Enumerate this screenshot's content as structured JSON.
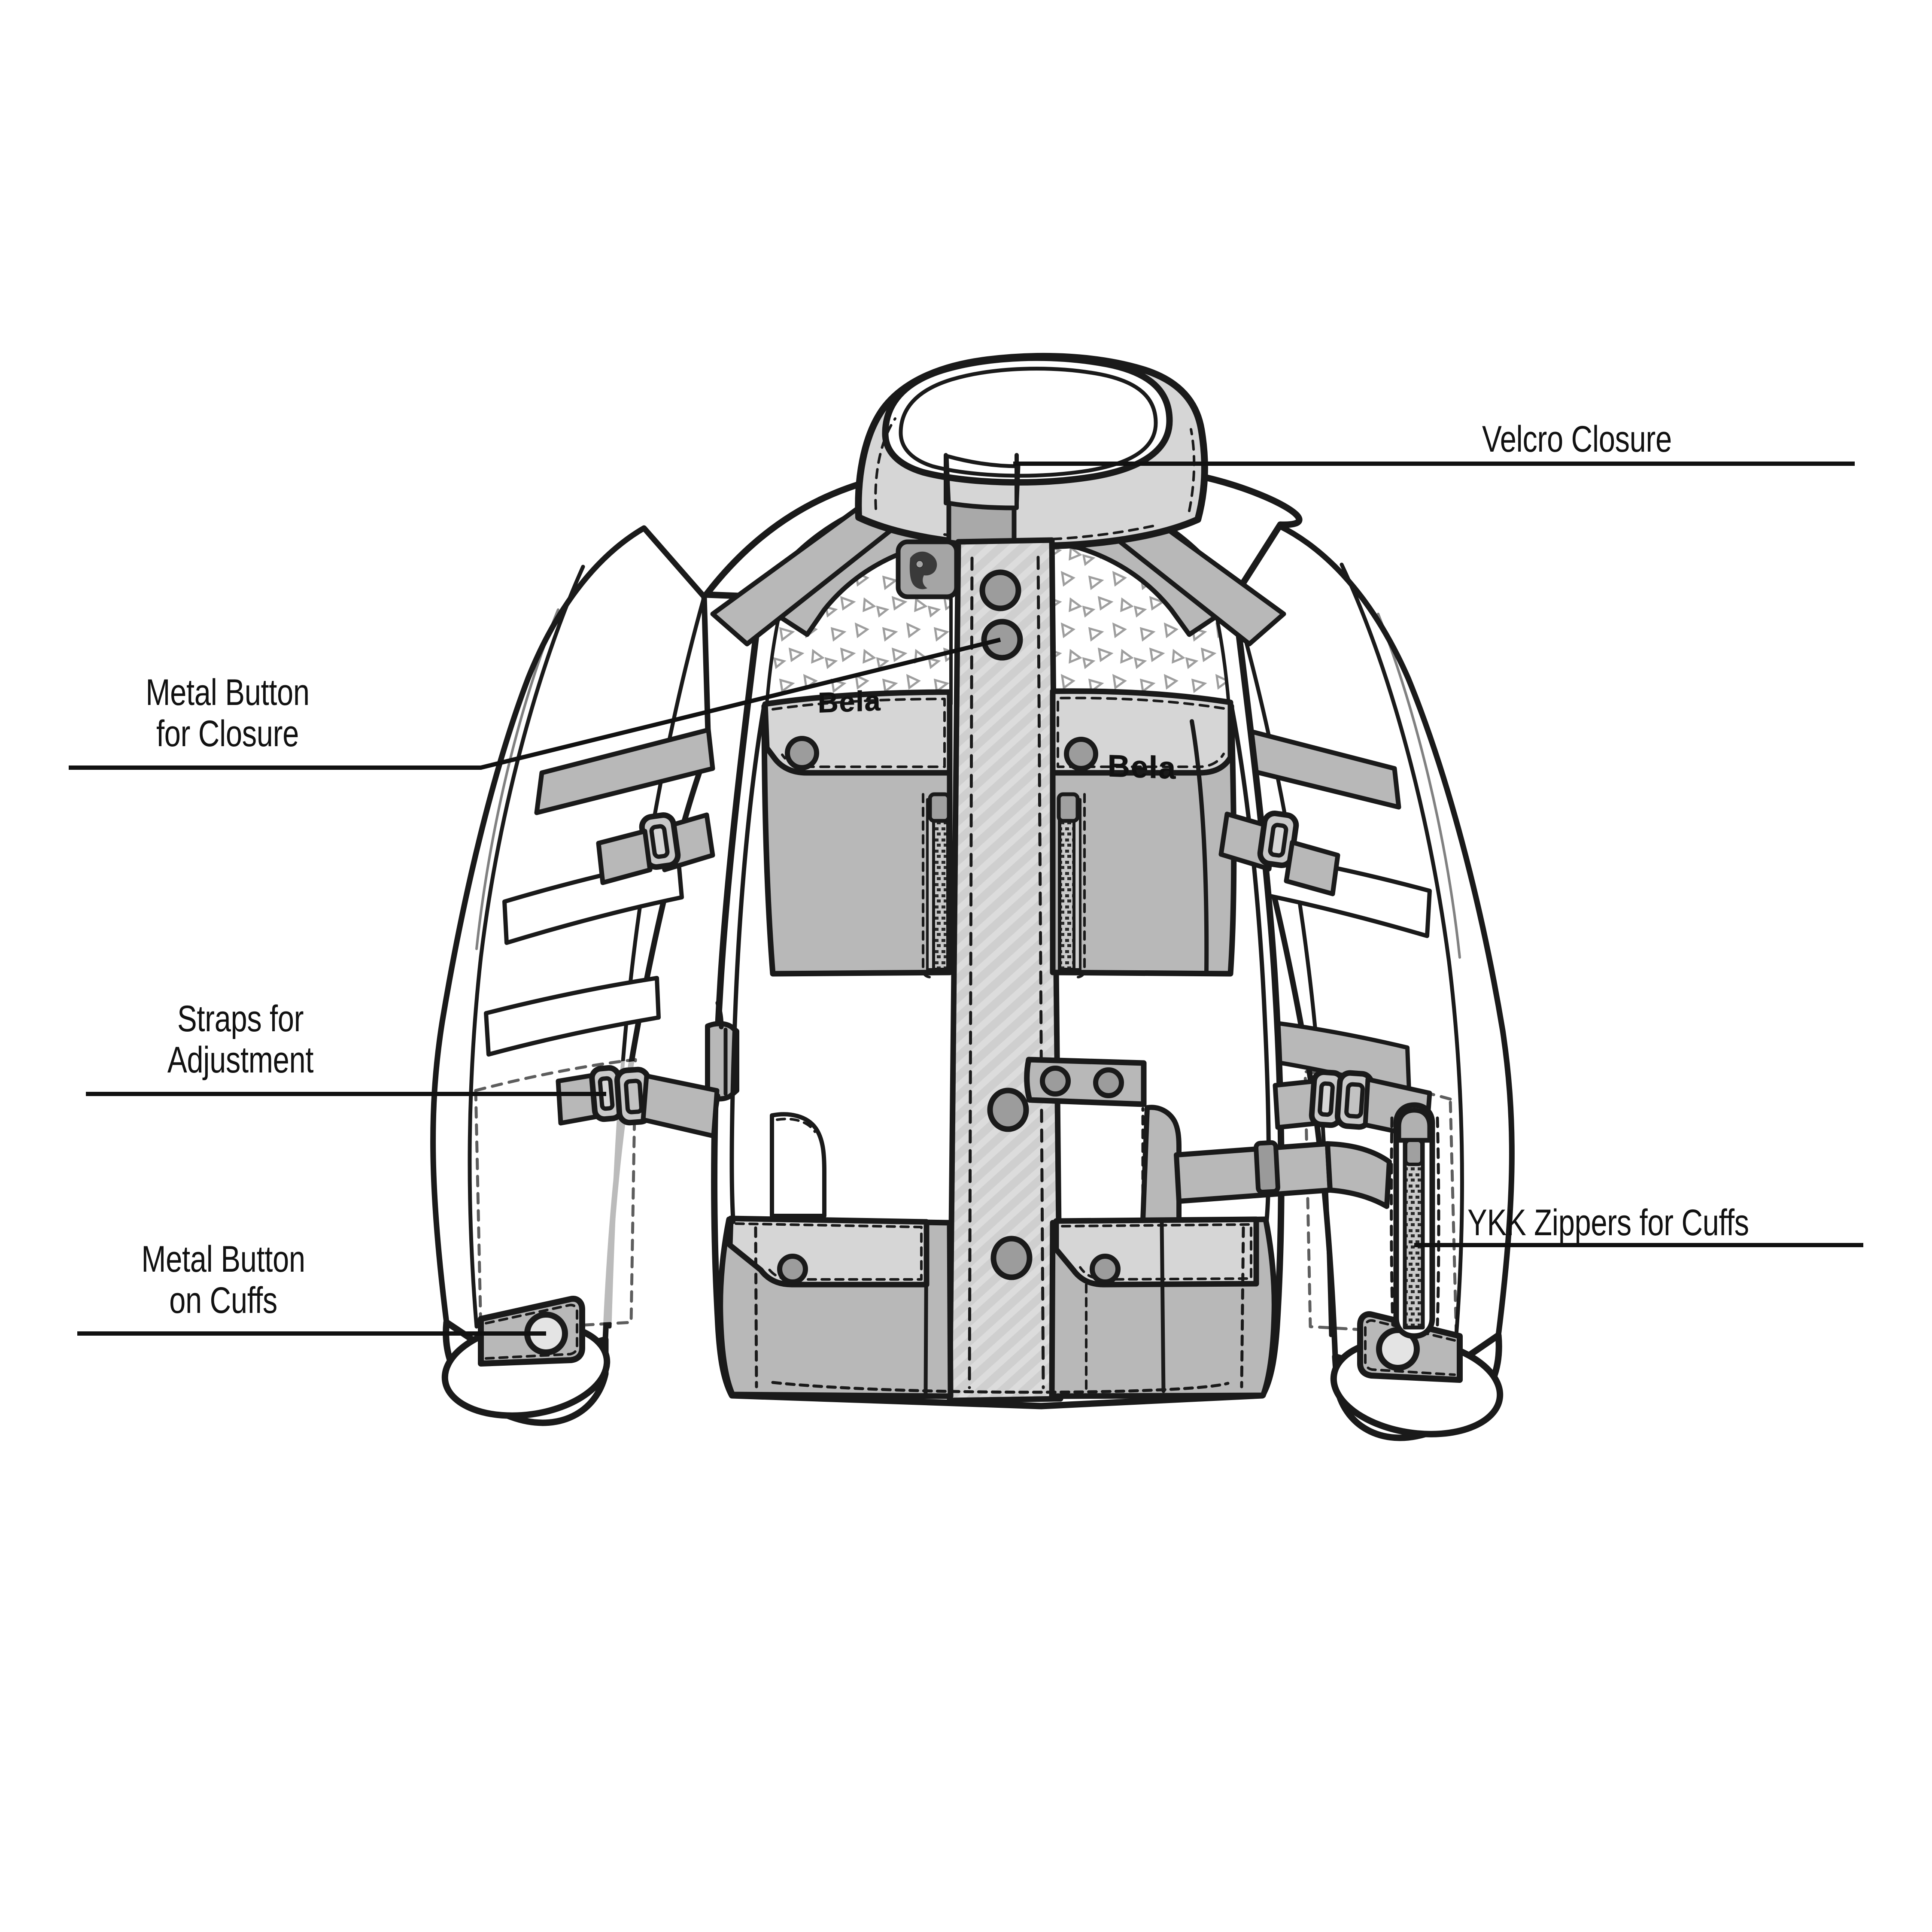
{
  "diagram": {
    "subject": "motorcycle-jacket-technical-flat",
    "brand": "Bela",
    "background_color": "#ffffff",
    "line_color": "#1a1a1a",
    "fills": {
      "white_panel": "#ffffff",
      "light_grey": "#d6d6d6",
      "mid_grey": "#b8b8b8",
      "dark_grey": "#9a9a9a",
      "placket_grey": "#cfcfcf",
      "button_grey": "#9c9c9c",
      "zipper_grey": "#bdbdbd"
    }
  },
  "callouts": [
    {
      "id": "velcro-closure",
      "label": "Velcro Closure",
      "side": "right",
      "lines": [
        "Velcro Closure"
      ],
      "target": "collar velcro patch"
    },
    {
      "id": "metal-button-for-closure",
      "label": "Metal Button\nfor Closure",
      "side": "left",
      "lines": [
        "Metal Button",
        "for Closure"
      ],
      "target": "front placket metal button"
    },
    {
      "id": "straps-for-adjustment",
      "label": "Straps for\nAdjustment",
      "side": "left",
      "lines": [
        "Straps for",
        "Adjustment"
      ],
      "target": "sleeve adjustment strap buckle"
    },
    {
      "id": "metal-button-on-cuffs",
      "label": "Metal Button\non Cuffs",
      "side": "left",
      "lines": [
        "Metal Button",
        "on Cuffs"
      ],
      "target": "cuff tab metal button"
    },
    {
      "id": "ykk-zippers-for-cuffs",
      "label": "YKK Zippers for Cuffs",
      "side": "right",
      "lines": [
        "YKK Zippers for Cuffs"
      ],
      "target": "forearm cuff zipper"
    }
  ],
  "jacket": {
    "brand_text_left_pocket": "Bela",
    "brand_text_right_pocket": "Bela",
    "features": [
      "stand-up collar with velcro closure tab",
      "bear head logo patch at collar base",
      "full-length front placket with diagonal twill texture",
      "four metal snap buttons down the placket",
      "two chest cargo pockets with Bela branding and snap flaps",
      "two vertical YKK chest zip pockets",
      "two lower hand pockets with snap flaps",
      "perforated mesh ventilation panels on upper chest",
      "shoulder reinforcement panels",
      "sleeve adjustment straps with ladder-lock buckles",
      "waist adjustment strap with buckle",
      "forearm YKK zipper for cuff opening",
      "cuff tab with metal snap button",
      "waist tab with two snaps"
    ]
  }
}
